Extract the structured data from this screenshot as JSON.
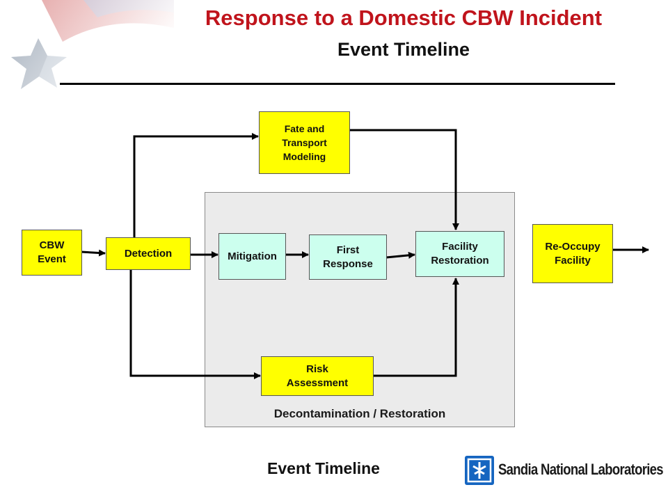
{
  "header": {
    "title": "Response to a Domestic CBW Incident",
    "subtitle": "Event Timeline"
  },
  "diagram": {
    "group_label": "Decontamination / Restoration",
    "nodes": {
      "cbw_event": "CBW\nEvent",
      "detection": "Detection",
      "fate_transport": "Fate and\nTransport\nModeling",
      "mitigation": "Mitigation",
      "first_response": "First\nResponse",
      "facility_restoration": "Facility\nRestoration",
      "risk_assessment": "Risk\nAssessment",
      "reoccupy": "Re-Occupy\nFacility"
    },
    "colors": {
      "primary_box": "#ffff00",
      "process_box": "#ccffee",
      "title": "#c0141c",
      "logo": "#1565c0"
    }
  },
  "footer": {
    "label": "Event Timeline",
    "logo_text": "Sandia National Laboratories",
    "logo_icon": "sandia-thunderbird-icon"
  }
}
